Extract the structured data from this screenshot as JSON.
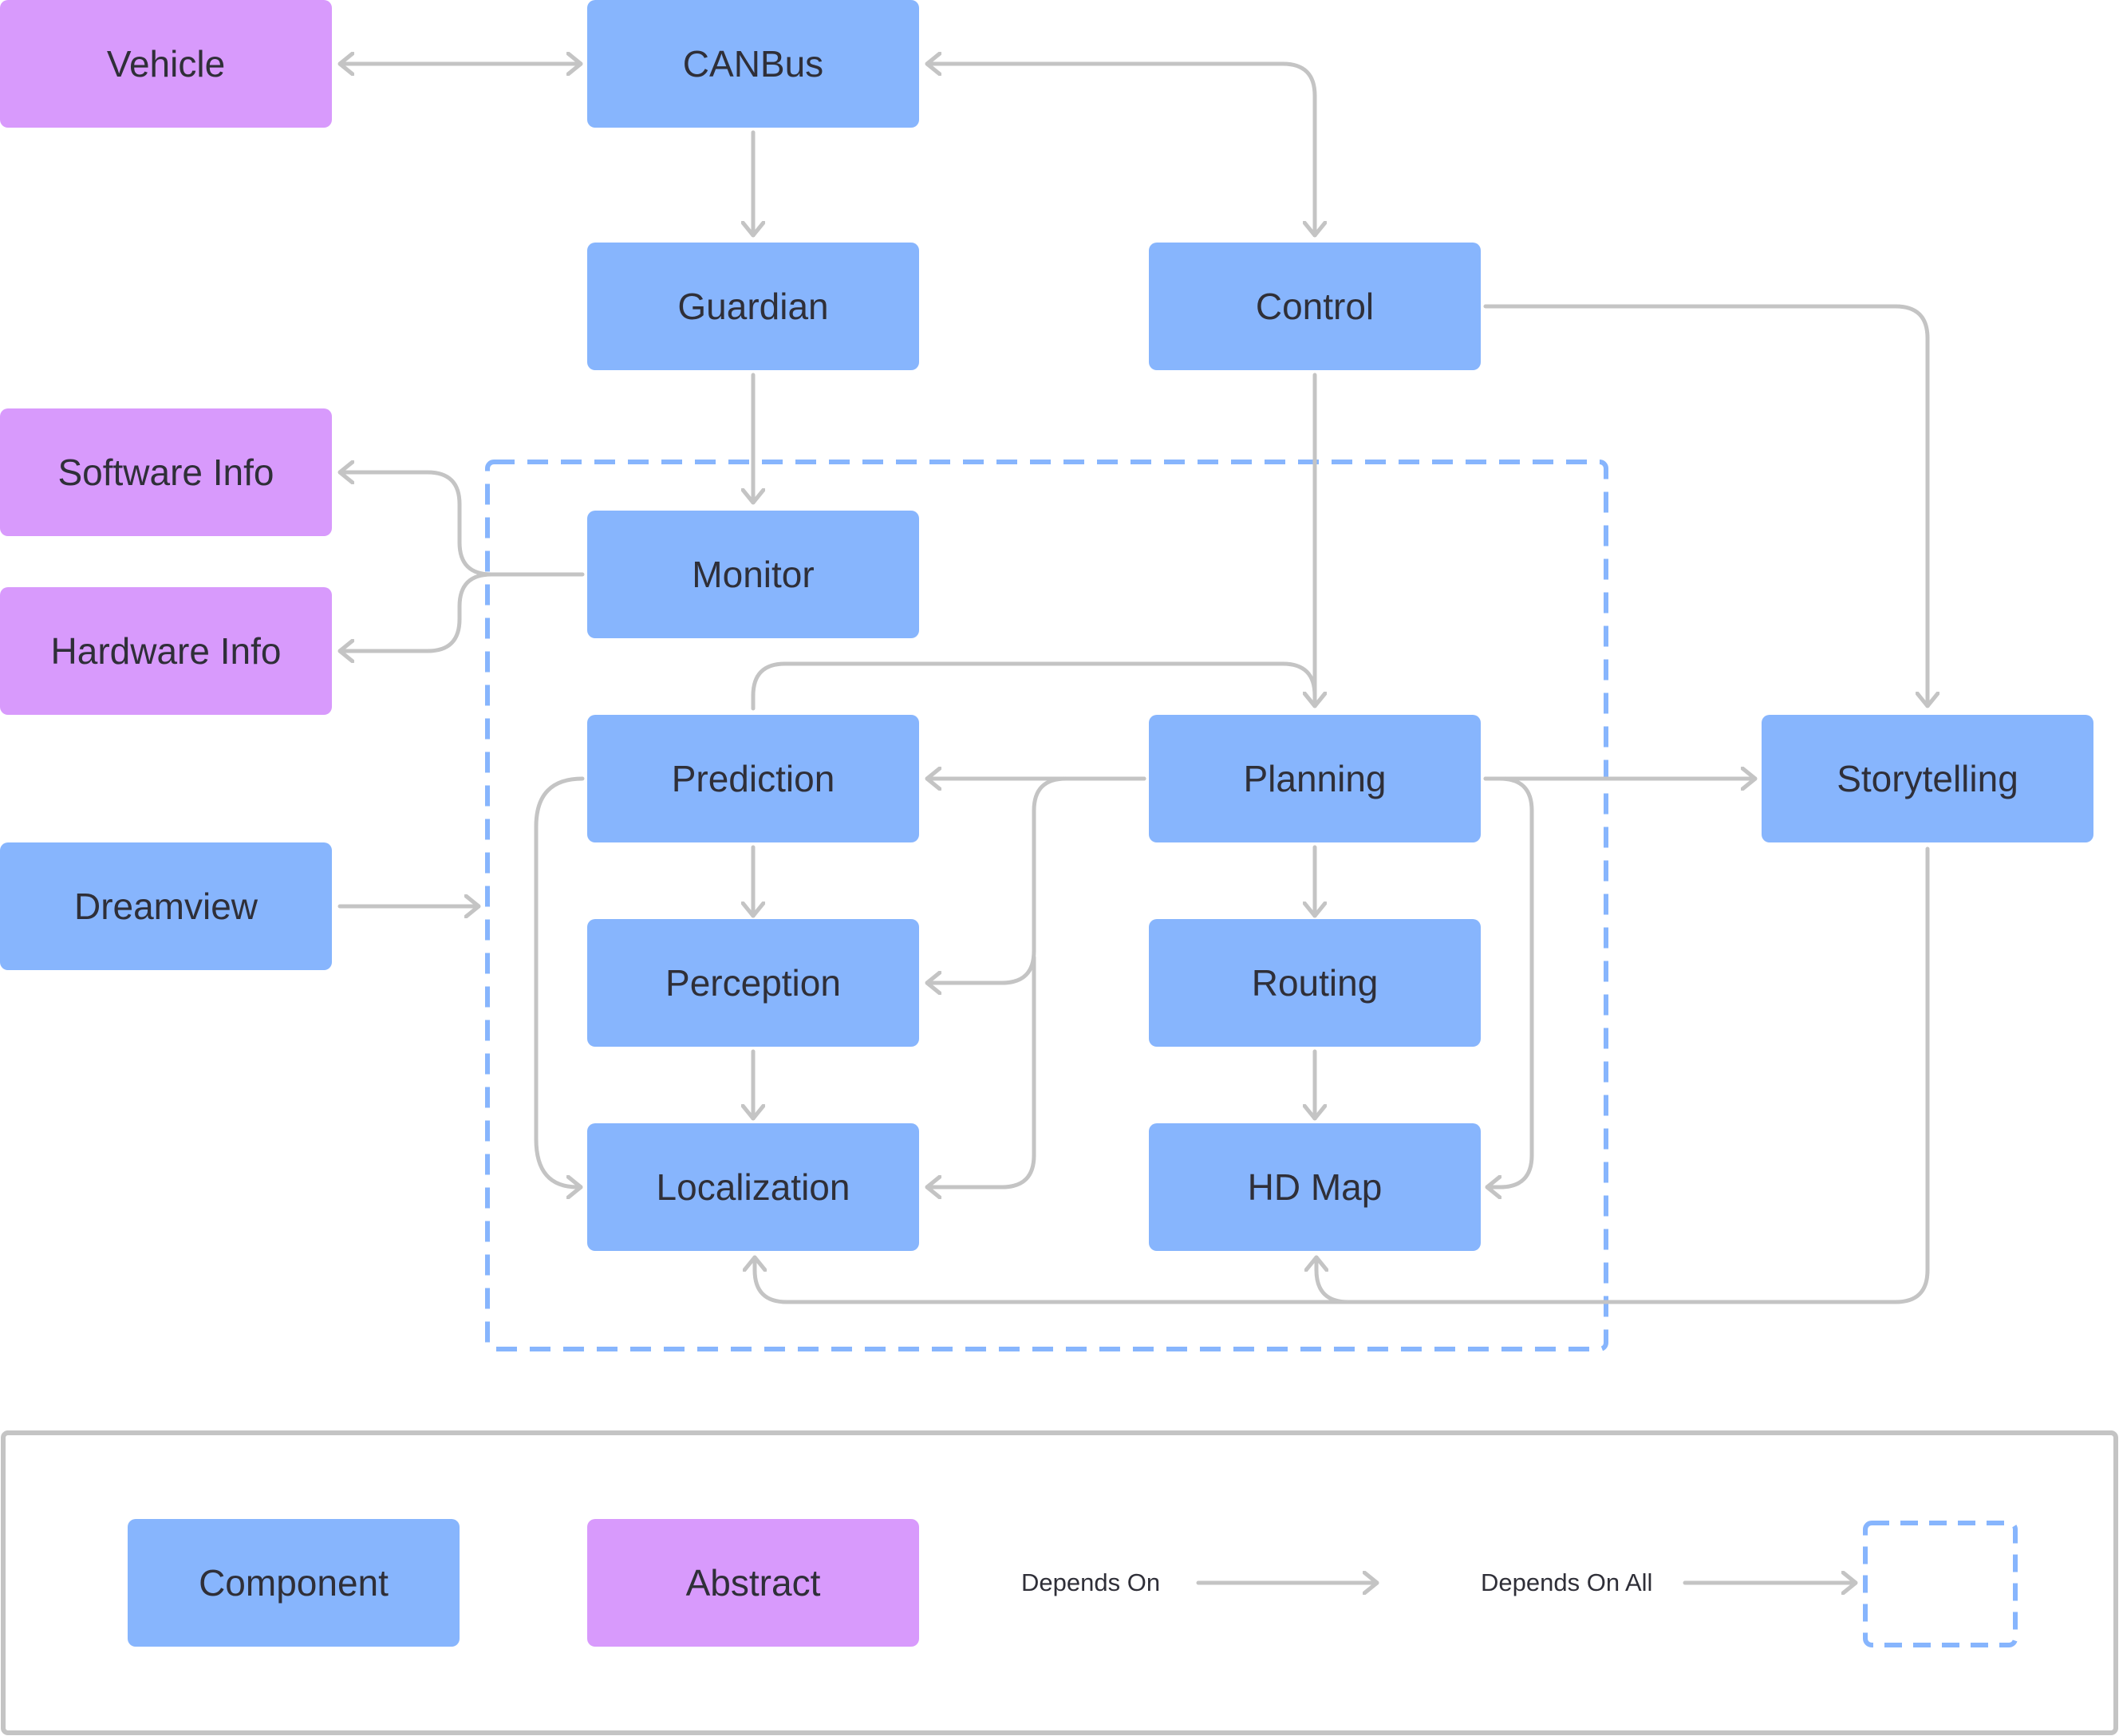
{
  "nodes": {
    "vehicle": "Vehicle",
    "canbus": "CANBus",
    "guardian": "Guardian",
    "control": "Control",
    "software_info": "Software Info",
    "hardware_info": "Hardware Info",
    "monitor": "Monitor",
    "dreamview": "Dreamview",
    "prediction": "Prediction",
    "planning": "Planning",
    "storytelling": "Storytelling",
    "perception": "Perception",
    "routing": "Routing",
    "localization": "Localization",
    "hd_map": "HD Map"
  },
  "legend": {
    "component": "Component",
    "abstract": "Abstract",
    "depends_on": "Depends On",
    "depends_on_all": "Depends On All"
  },
  "colors": {
    "component": "#87b5fd",
    "abstract": "#d89afc",
    "edge": "#c4c4c4",
    "group_border": "#87b5fd",
    "legend_border": "#c4c4c4",
    "text": "#2f2f38"
  }
}
